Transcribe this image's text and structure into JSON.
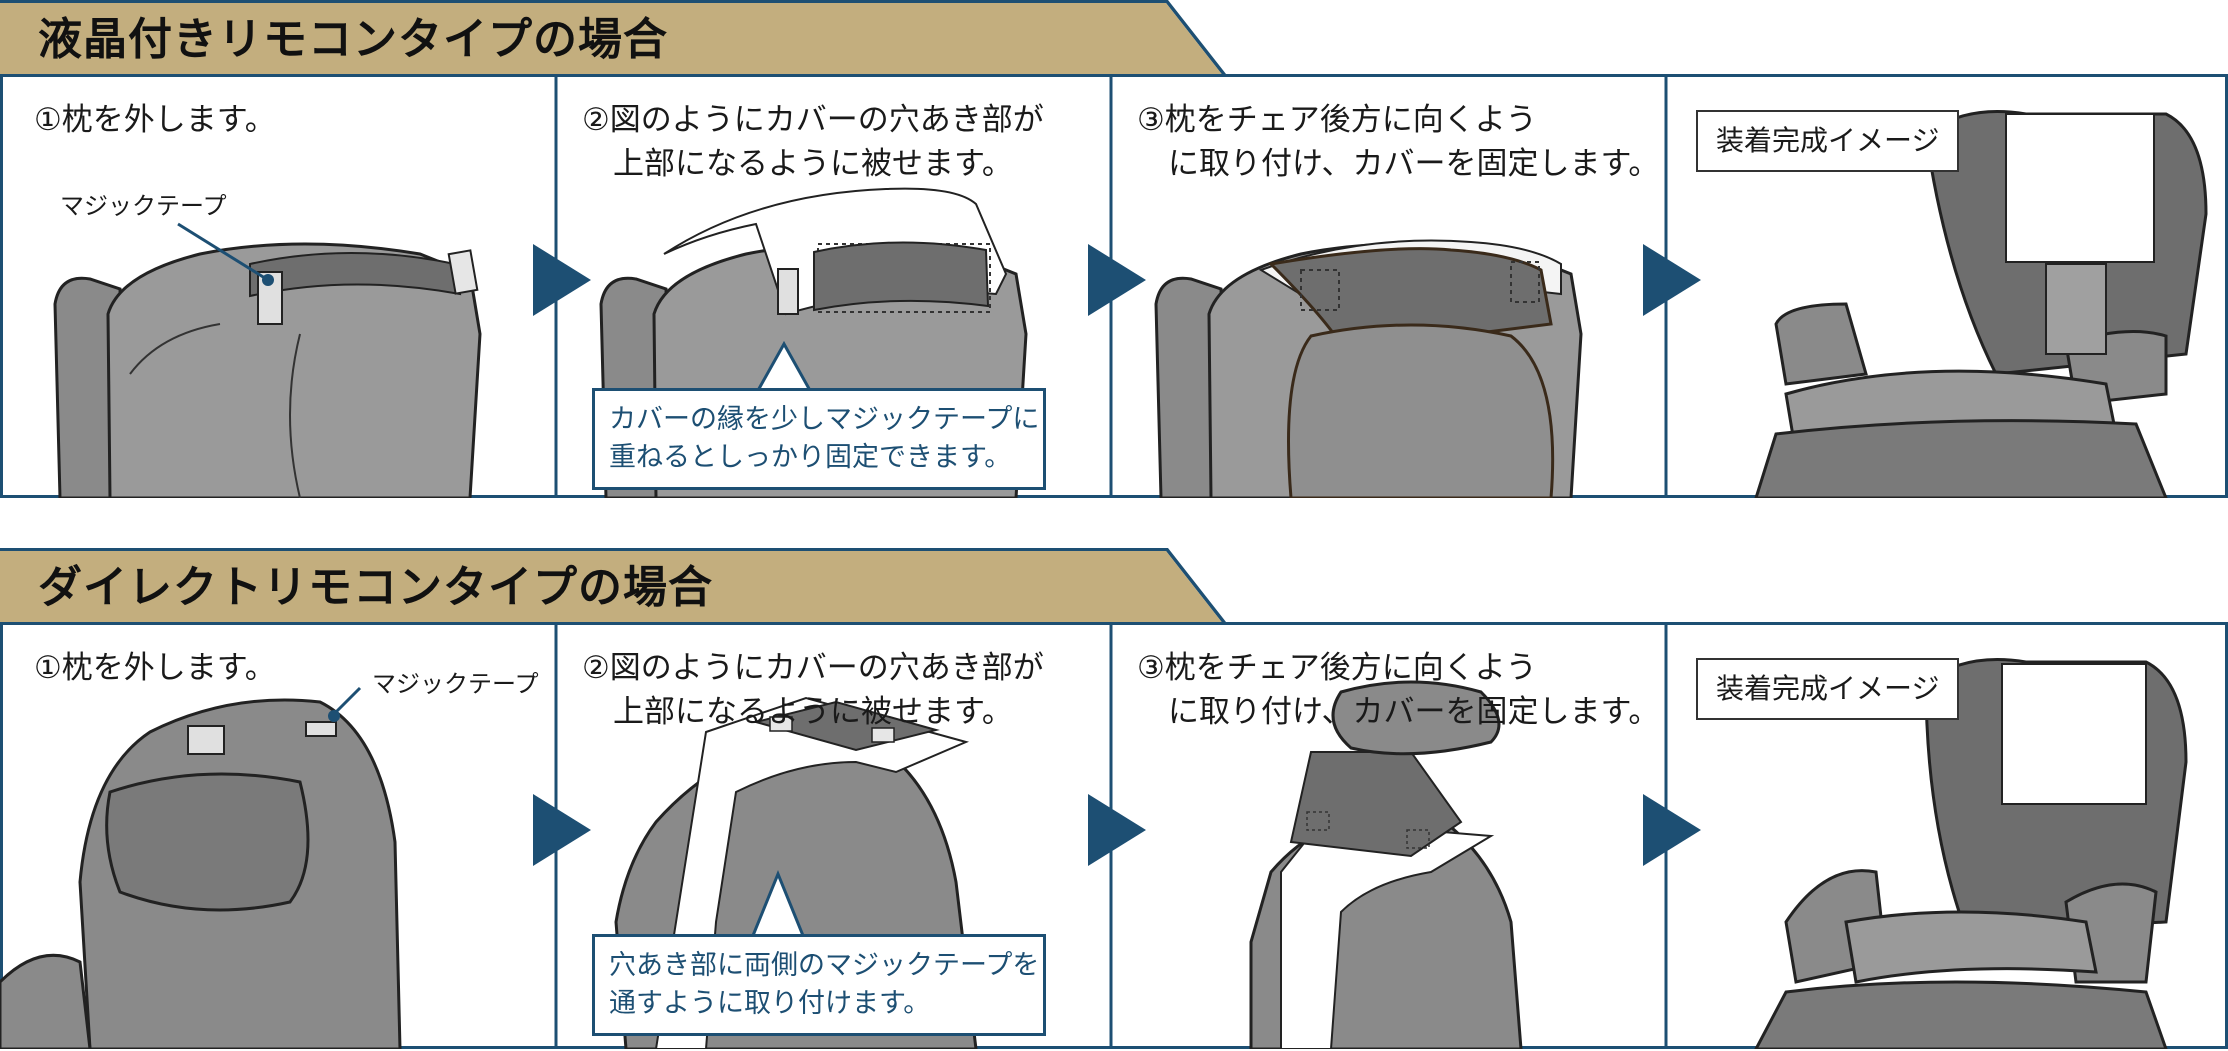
{
  "colors": {
    "tab_fill": "#c3ae7e",
    "border_navy": "#1d4f73",
    "chair_gray": "#8a8a8a",
    "chair_dark": "#555555"
  },
  "sections": [
    {
      "title": "液晶付きリモコンタイプの場合",
      "steps": [
        {
          "text": "①枕を外します。",
          "label": "マジックテープ"
        },
        {
          "text": "②図のようにカバーの穴あき部が\n　上部になるように被せます。",
          "callout": "カバーの縁を少しマジックテープに\n重ねるとしっかり固定できます。"
        },
        {
          "text": "③枕をチェア後方に向くよう\n　に取り付け、カバーを固定します。"
        },
        {
          "text": "装着完成イメージ"
        }
      ]
    },
    {
      "title": "ダイレクトリモコンタイプの場合",
      "steps": [
        {
          "text": "①枕を外します。",
          "label": "マジックテープ"
        },
        {
          "text": "②図のようにカバーの穴あき部が\n　上部になるように被せます。",
          "callout": "穴あき部に両側のマジックテープを\n通すように取り付けます。"
        },
        {
          "text": "③枕をチェア後方に向くよう\n　に取り付け、カバーを固定します。"
        },
        {
          "text": "装着完成イメージ"
        }
      ]
    }
  ],
  "icons": [
    "next-step-arrow-icon"
  ]
}
